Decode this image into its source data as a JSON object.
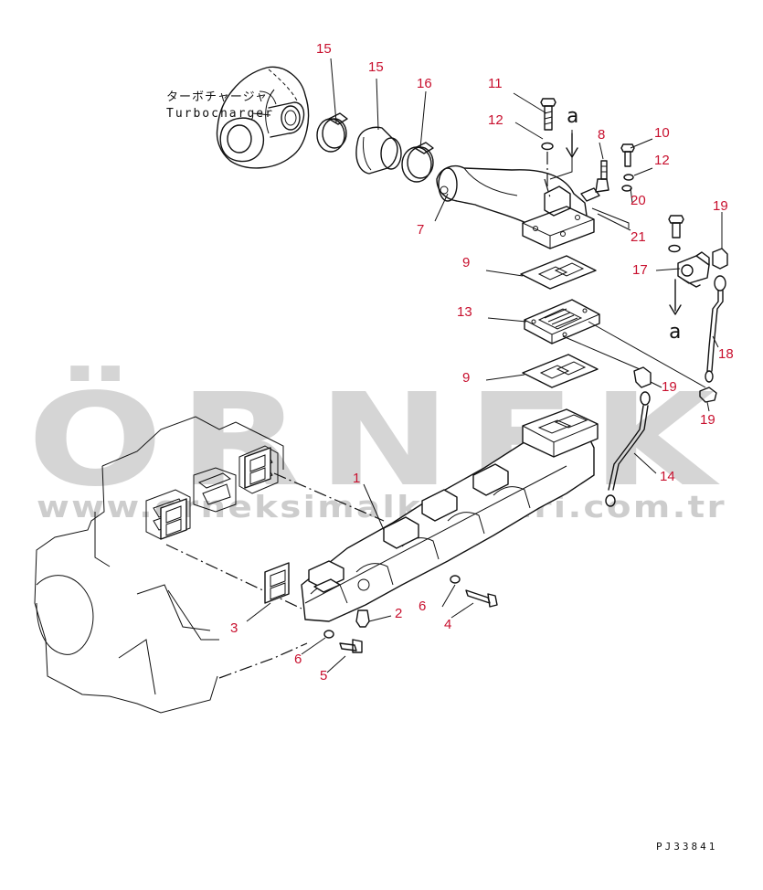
{
  "labels": {
    "turbocharger_jp": "ターボチャージャ",
    "turbocharger_en": "Turbocharger",
    "view_marker_top": "a",
    "view_marker_bottom": "a",
    "drawing_code": "PJ33841"
  },
  "watermark": {
    "brand": "ÖRNEK",
    "url": "www.orneksimalkatalari.com.tr",
    "accent_color": "#f0cf5a",
    "text_color": "#9c9c9c"
  },
  "callouts": [
    {
      "id": "1",
      "text": "1"
    },
    {
      "id": "2",
      "text": "2"
    },
    {
      "id": "3",
      "text": "3"
    },
    {
      "id": "4",
      "text": "4"
    },
    {
      "id": "5",
      "text": "5"
    },
    {
      "id": "6a",
      "text": "6"
    },
    {
      "id": "6b",
      "text": "6"
    },
    {
      "id": "7",
      "text": "7"
    },
    {
      "id": "8",
      "text": "8"
    },
    {
      "id": "9a",
      "text": "9"
    },
    {
      "id": "9b",
      "text": "9"
    },
    {
      "id": "10",
      "text": "10"
    },
    {
      "id": "11",
      "text": "11"
    },
    {
      "id": "12a",
      "text": "12"
    },
    {
      "id": "12b",
      "text": "12"
    },
    {
      "id": "13",
      "text": "13"
    },
    {
      "id": "14",
      "text": "14"
    },
    {
      "id": "15a",
      "text": "15"
    },
    {
      "id": "15b",
      "text": "15"
    },
    {
      "id": "16",
      "text": "16"
    },
    {
      "id": "17",
      "text": "17"
    },
    {
      "id": "18",
      "text": "18"
    },
    {
      "id": "19a",
      "text": "19"
    },
    {
      "id": "19b",
      "text": "19"
    },
    {
      "id": "19c",
      "text": "19"
    },
    {
      "id": "20",
      "text": "20"
    },
    {
      "id": "21",
      "text": "21"
    }
  ],
  "callout_color": "#c8102e"
}
